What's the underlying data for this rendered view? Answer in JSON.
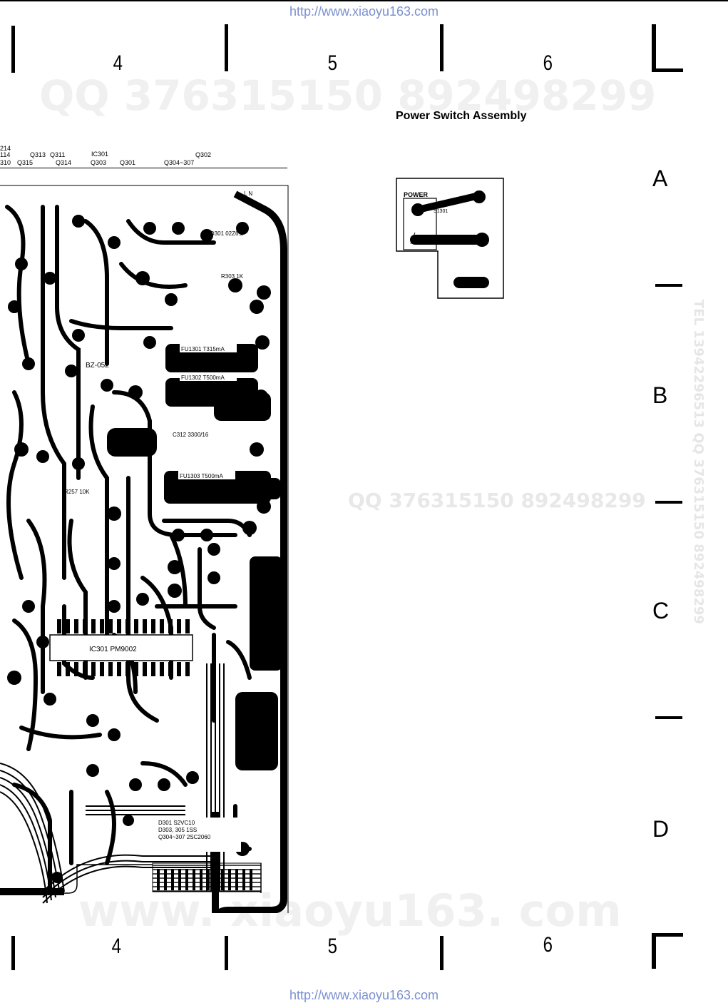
{
  "source_url": "http://www.xiaoyu163.com",
  "watermarks": {
    "qq": "QQ 376315150   892498299",
    "qq_mid": "QQ  376315150  892498299",
    "site": "www. xiaoyu163. com",
    "tel_side": "TEL 13942296513  QQ 376315150  892498299"
  },
  "grid": {
    "columns": [
      "4",
      "5",
      "6"
    ],
    "rows": [
      "A",
      "B",
      "C",
      "D"
    ]
  },
  "power_switch": {
    "title": "Power Switch Assembly",
    "label": "POWER",
    "ref": "S1301"
  },
  "pcb": {
    "header_row1": [
      "214",
      "Q313",
      "Q311",
      "IC301",
      "Q302"
    ],
    "header_row2": [
      "114"
    ],
    "header_row3": [
      "310",
      "Q315",
      "Q314",
      "Q303",
      "Q301",
      "Q304~307"
    ],
    "ic_label": "IC301  PM9002",
    "fuse1": "FU1301  T315mA",
    "fuse2": "FU1302  T500mA",
    "fuse3": "FU1303  T500mA",
    "cap_c312": "C312 3300/16",
    "zener": "ZD301 02Z6.2",
    "bz": "BZ-052",
    "r303": "R303 1K",
    "r257": "R257 10K",
    "note1": "D301  S2VC10",
    "note2": "D303, 305  1SS",
    "note3": "Q304~307  2SC2060",
    "corner_ln": "L N"
  }
}
